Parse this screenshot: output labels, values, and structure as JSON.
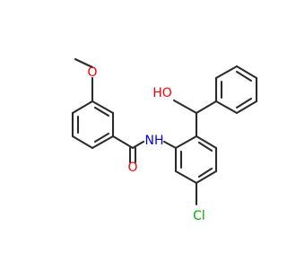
{
  "atoms": {
    "o_methoxy": "O",
    "o_carbonyl": "O",
    "nh": "NH",
    "oh": "HO",
    "cl": "Cl"
  },
  "colors": {
    "bond": "#2b2b2b",
    "oxygen": "#ff0000",
    "nitrogen": "#0000ff",
    "chlorine": "#00aa00"
  }
}
